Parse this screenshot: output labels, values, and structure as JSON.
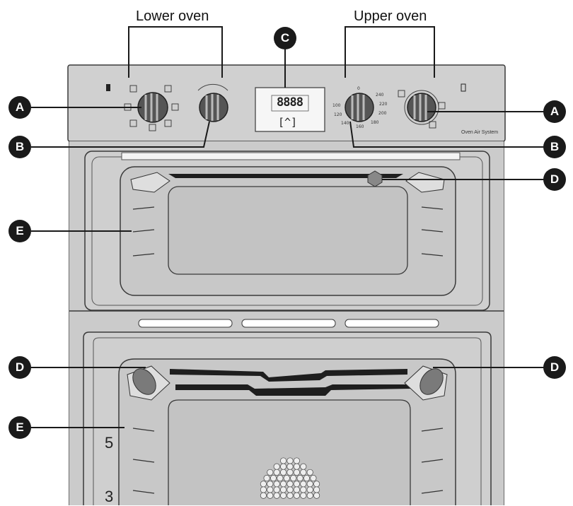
{
  "titles": {
    "lower_oven": "Lower oven",
    "upper_oven": "Upper oven"
  },
  "callouts": {
    "a": "A",
    "b": "B",
    "c": "C",
    "d": "D",
    "e": "E"
  },
  "display": {
    "digits": "8888",
    "button_glyph": "[^]"
  },
  "brand_label": "Oven Air System",
  "rack_numbers": [
    "5",
    "3"
  ],
  "temp_marks": [
    "0",
    "240",
    "220",
    "200",
    "180",
    "160",
    "140",
    "120",
    "100"
  ],
  "colors": {
    "panel": "#d0d0d0",
    "body": "#cbcbcb",
    "window": "#c4c4c4",
    "outline": "#3a3a3a",
    "callout": "#1a1a1a"
  }
}
